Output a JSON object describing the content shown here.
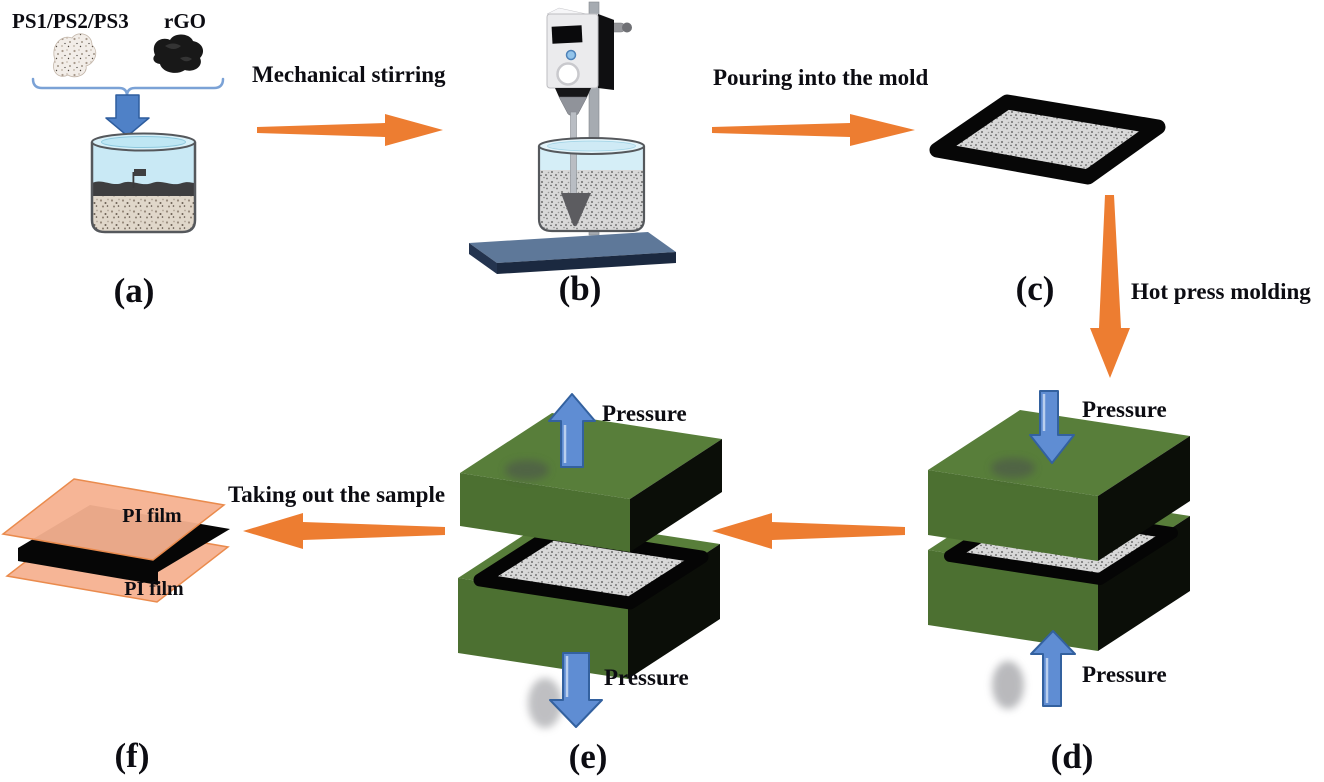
{
  "labels": {
    "materials": "PS1/PS2/PS3",
    "rgo": "rGO",
    "step_mixing": "Mechanical stirring",
    "step_pouring": "Pouring into the mold",
    "step_hot_press": "Hot press molding",
    "step_taking_out": "Taking out the sample",
    "pressure": "Pressure",
    "pi_film": "PI film"
  },
  "stages": {
    "a": "(a)",
    "b": "(b)",
    "c": "(c)",
    "d": "(d)",
    "e": "(e)",
    "f": "(f)"
  },
  "process_steps": [
    {
      "from": "(a)",
      "to": "(b)",
      "action": "Mechanical stirring"
    },
    {
      "from": "(b)",
      "to": "(c)",
      "action": "Pouring into the mold"
    },
    {
      "from": "(c)",
      "to": "(d)",
      "action": "Hot press molding"
    },
    {
      "from": "(d)",
      "to": "(e)",
      "action": ""
    },
    {
      "from": "(e)",
      "to": "(f)",
      "action": "Taking out the sample"
    }
  ],
  "colors": {
    "arrow_orange": "#ED7D31",
    "arrow_blue": "#5F8DD3",
    "press_green_top": "#587E3A",
    "press_green_front": "#4C7031",
    "press_side_black": "#0B0E08",
    "pi_film": "#F6B190",
    "platform_blue": "#5E7899",
    "bracket_blue": "#7BA2D6"
  }
}
